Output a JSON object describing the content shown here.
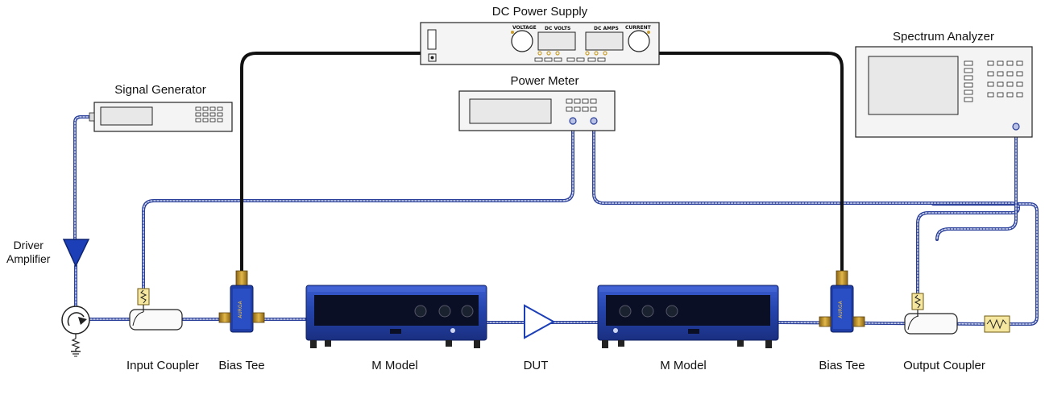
{
  "labels": {
    "dc_power_supply": "DC Power Supply",
    "spectrum_analyzer": "Spectrum Analyzer",
    "signal_generator": "Signal Generator",
    "power_meter": "Power Meter",
    "driver_amplifier": "Driver\nAmplifier",
    "input_coupler": "Input Coupler",
    "bias_tee_left": "Bias Tee",
    "m_model_left": "M Model",
    "dut": "DUT",
    "m_model_right": "M Model",
    "bias_tee_right": "Bias Tee",
    "output_coupler": "Output Coupler"
  },
  "psu_panel": {
    "voltage": "VOLTAGE",
    "dc_volts": "DC VOLTS",
    "dc_amps": "DC AMPS",
    "current": "CURRENT"
  },
  "colors": {
    "cable_blue": "#2a3f99",
    "dc_cable": "#111111",
    "amplifier_blue": "#1c3fb8",
    "m_model_blue": "#2342a8",
    "bias_tee_gold": "#c99a2a"
  }
}
